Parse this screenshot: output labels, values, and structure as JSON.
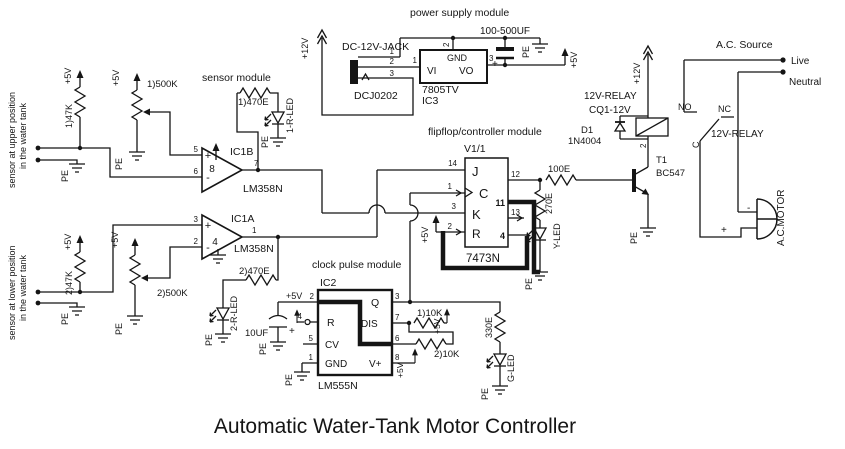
{
  "title": "Automatic Water-Tank Motor Controller",
  "net": {
    "p5v": "+5V",
    "p12v": "+12V",
    "pe": "PE",
    "plus": "+",
    "minus": "-"
  },
  "modules": {
    "sensor": "sensor module",
    "power": "power supply module",
    "flipflop": "flipflop/controller module",
    "clock": "clock pulse module"
  },
  "upper": {
    "caption1": "sensor at upper position",
    "caption2": "in the water tank",
    "r_pullup": "1)47K",
    "pot": "1)500K",
    "r_led": "1)470E",
    "led": "1-R-LED"
  },
  "lower": {
    "caption1": "sensor at lower position",
    "caption2": "in the water tank",
    "r_pullup": "2)47K",
    "pot": "2)500K",
    "r_led": "2)470E",
    "led": "2-R-LED"
  },
  "ic1b": {
    "name": "IC1B",
    "part": "LM358N",
    "plus": "+",
    "minus": "-",
    "pin_plus": "5",
    "pin_minus": "6",
    "pin_out": "7",
    "pin_vcc": "8"
  },
  "ic1a": {
    "name": "IC1A",
    "part": "LM358N",
    "plus": "+",
    "minus": "-",
    "pin_plus": "3",
    "pin_minus": "2",
    "pin_out": "1",
    "pin_gnd": "4"
  },
  "psu": {
    "jack": "DC-12V-JACK",
    "jack_part": "DCJ0202",
    "pin1": "1",
    "pin2": "2",
    "pin3": "3",
    "vi": "VI",
    "vo": "VO",
    "gnd": "GND",
    "reg_pin1": "1",
    "reg_pin2": "2",
    "reg_pin3": "3",
    "part": "7805TV",
    "ref": "IC3",
    "cap": "100-500UF"
  },
  "ff": {
    "ref": "V1/1",
    "part": "7473N",
    "j": "J",
    "c": "C",
    "k": "K",
    "r": "R",
    "pin_j": "14",
    "pin_c": "1",
    "pin_k": "3",
    "pin_r": "2",
    "pin_q": "12",
    "pin_11": "11",
    "pin_13": "13",
    "pin_4": "4",
    "r_base": "100E",
    "r_led": "270E",
    "led": "Y-LED"
  },
  "clk": {
    "ref": "IC2",
    "part": "LM555N",
    "r": "R",
    "cv": "CV",
    "gnd": "GND",
    "q": "Q",
    "dis": "DIS",
    "vplus": "V+",
    "pin_tr": "2",
    "pin_r": "4",
    "pin_cv": "5",
    "pin_gnd": "1",
    "pin_q": "3",
    "pin_dis": "7",
    "pin_thr": "6",
    "pin_vcc": "8",
    "cap": "10UF",
    "r1": "1)10K",
    "r2": "2)10K",
    "r_led": "330E",
    "led": "G-LED"
  },
  "drv": {
    "relay": "12V-RELAY",
    "relay_part": "CQ1-12V",
    "relay_pin": "2",
    "d_ref": "D1",
    "d_part": "1N4004",
    "q_ref": "T1",
    "q_part": "BC547"
  },
  "ac": {
    "source": "A.C. Source",
    "live": "Live",
    "neutral": "Neutral",
    "no": "NO",
    "nc": "NC",
    "c": "C",
    "relay": "12V-RELAY",
    "motor": "A.C.MOTOR"
  }
}
